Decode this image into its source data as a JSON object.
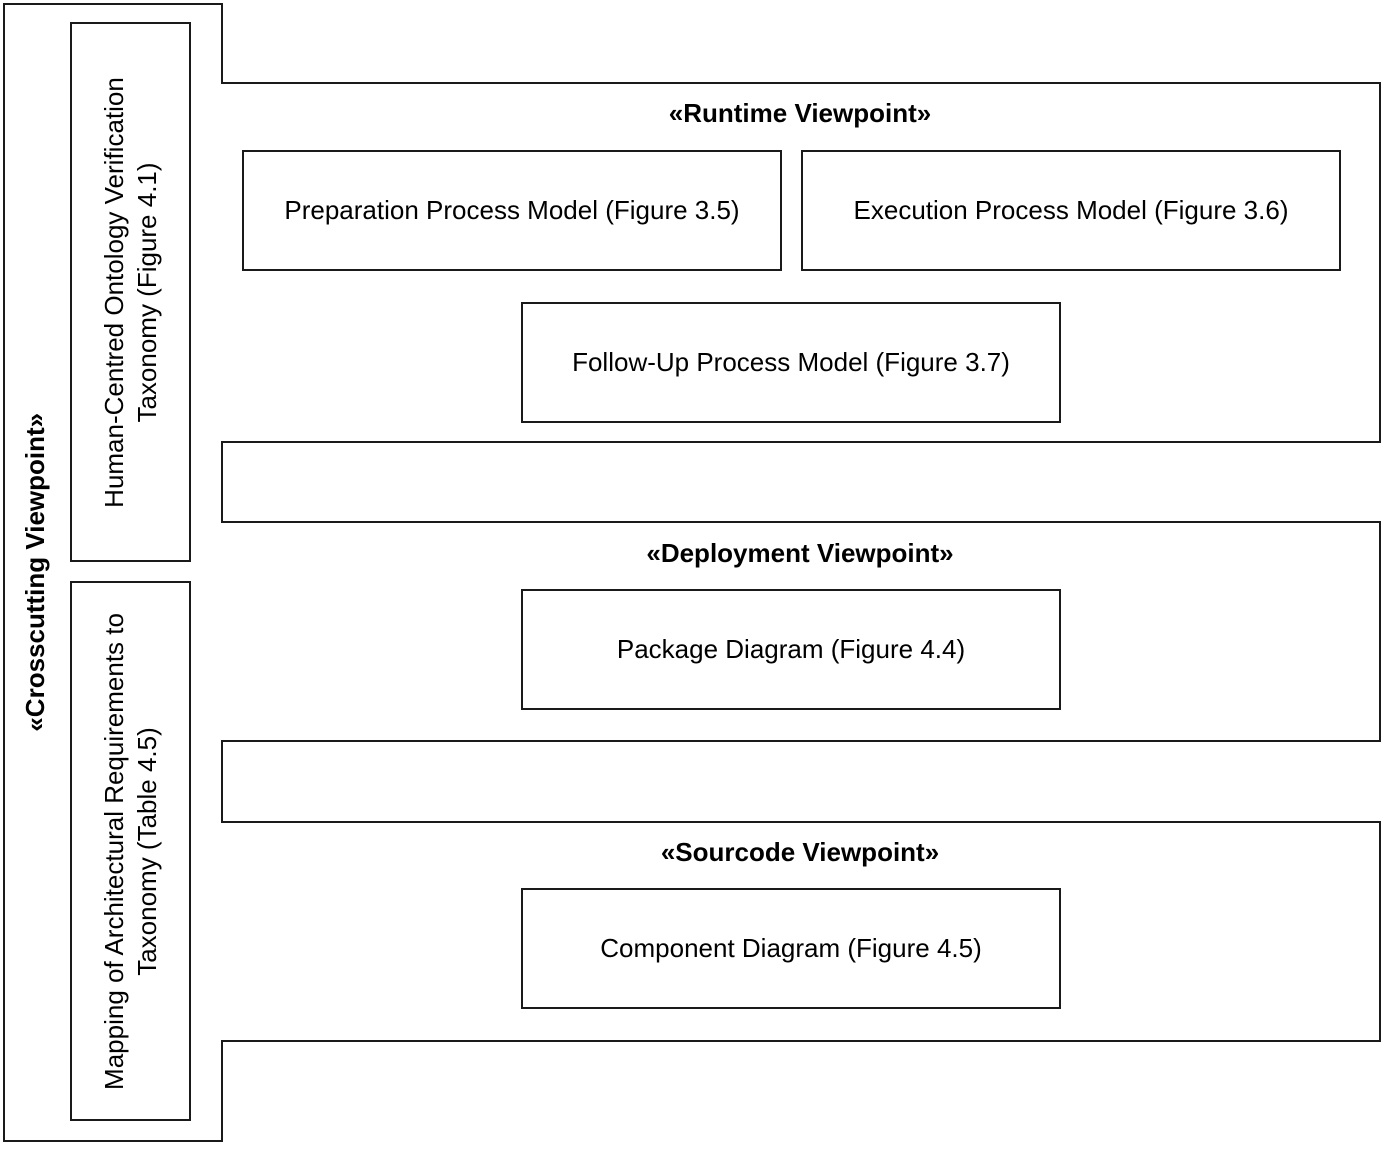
{
  "crosscutting": {
    "title": "«Crosscutting Viewpoint»",
    "items": [
      {
        "line1": "Human-Centred Ontology Verification",
        "line2": "Taxonomy (Figure 4.1)"
      },
      {
        "line1": "Mapping of Architectural Requirements to",
        "line2": "Taxonomy (Table 4.5)"
      }
    ]
  },
  "runtime": {
    "title": "«Runtime Viewpoint»",
    "items": [
      "Preparation Process Model (Figure 3.5)",
      "Execution Process Model (Figure 3.6)",
      "Follow-Up Process Model (Figure 3.7)"
    ]
  },
  "deployment": {
    "title": "«Deployment Viewpoint»",
    "items": [
      "Package Diagram (Figure 4.4)"
    ]
  },
  "sourcecode": {
    "title": "«Sourcode Viewpoint»",
    "items": [
      "Component Diagram (Figure 4.5)"
    ]
  }
}
